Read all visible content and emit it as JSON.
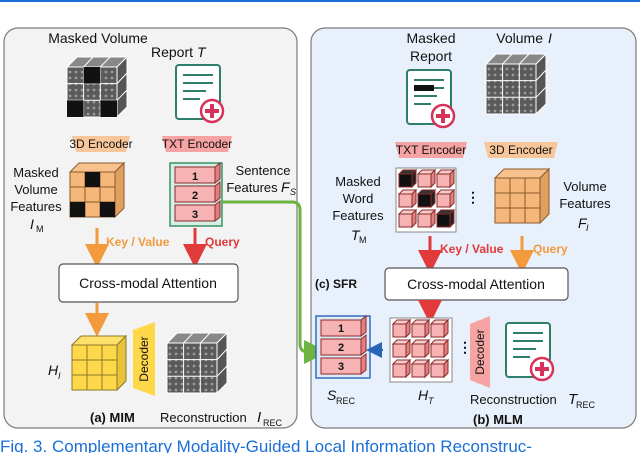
{
  "panels": {
    "left": {
      "masked_volume": "Masked Volume",
      "report": "Report",
      "report_var": "T",
      "enc3d": "3D Encoder",
      "txt_enc": "TXT Encoder",
      "mvf_line1": "Masked",
      "mvf_line2": "Volume",
      "mvf_line3": "Features",
      "mvf_var": "I",
      "mvf_sub": "M",
      "sf_line1": "Sentence",
      "sf_line2": "Features",
      "sf_var": "F",
      "sf_sub": "S",
      "seg_1": "1",
      "seg_2": "2",
      "seg_3": "3",
      "key_value": "Key / Value",
      "query": "Query",
      "attention": "Cross-modal Attention",
      "hi_var": "H",
      "hi_sub": "I",
      "decoder": "Decoder",
      "recon": "Reconstruction",
      "recon_var": "I",
      "recon_sub": "REC",
      "label": "(a) MIM"
    },
    "right": {
      "masked_report_1": "Masked",
      "masked_report_2": "Report",
      "volume": "Volume",
      "volume_var": "I",
      "txt_enc": "TXT Encoder",
      "enc3d": "3D Encoder",
      "mwf_line1": "Masked",
      "mwf_line2": "Word",
      "mwf_line3": "Features",
      "mwf_var": "T",
      "mwf_sub": "M",
      "vf_line1": "Volume",
      "vf_line2": "Features",
      "vf_var": "F",
      "vf_sub": "I",
      "key_value": "Key / Value",
      "query": "Query",
      "attention": "Cross-modal Attention",
      "srec_var": "S",
      "srec_sub": "REC",
      "ht_var": "H",
      "ht_sub": "T",
      "decoder": "Decoder",
      "recon": "Reconstruction",
      "recon_var": "T",
      "recon_sub": "REC",
      "label": "(b) MLM",
      "seg_1": "1",
      "seg_2": "2",
      "seg_3": "3"
    },
    "sfr": "(c) SFR"
  },
  "caption": "Fig. 3.   Complementary Modality-Guided Local Information Reconstruc-",
  "colors": {
    "accent_blue": "#1a6fd8",
    "orange_arrow": "#f29a3c",
    "red_arrow": "#e03a3a",
    "green_line": "#6db33f",
    "panel_left": "#f3f3f3",
    "panel_right": "#e8f0fb"
  }
}
